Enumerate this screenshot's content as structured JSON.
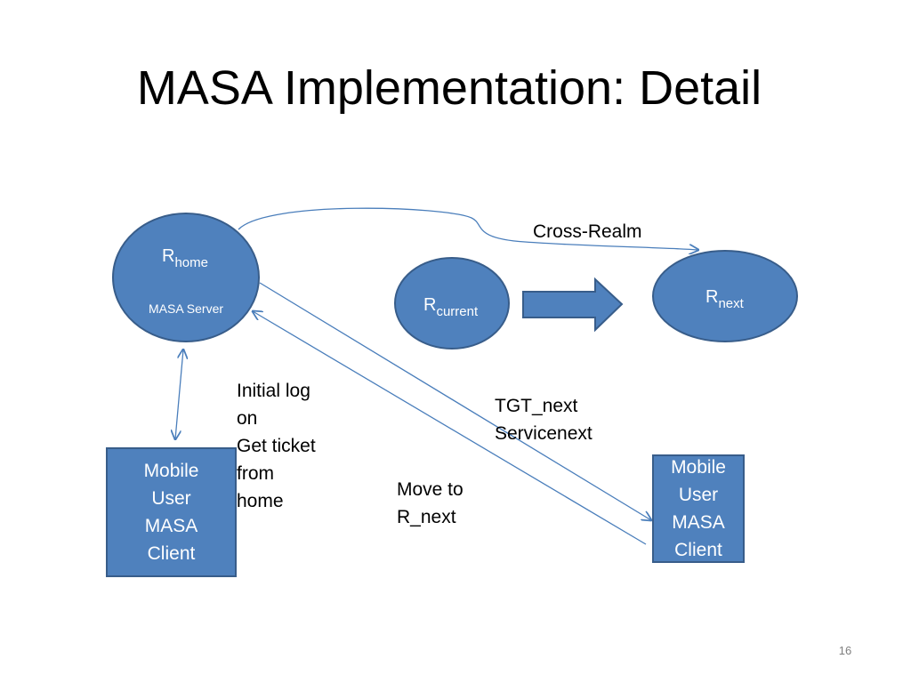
{
  "slide": {
    "title": "MASA Implementation: Detail",
    "page_number": "16"
  },
  "colors": {
    "node_fill": "#4f81bd",
    "node_border": "#385d8a",
    "arrow": "#4a7ebb"
  },
  "nodes": {
    "rhome": {
      "main": "R",
      "sub": "home",
      "caption": "MASA Server"
    },
    "rcurrent": {
      "main": "R",
      "sub": "current"
    },
    "rnext": {
      "main": "R",
      "sub": "next"
    }
  },
  "clients": {
    "left": [
      "Mobile",
      "User",
      "MASA",
      "Client"
    ],
    "right": [
      "Mobile",
      "User",
      "MASA",
      "Client"
    ]
  },
  "labels": {
    "cross_realm": "Cross-Realm",
    "initial_logon": [
      "Initial log",
      "on",
      "Get ticket",
      "from",
      "home"
    ],
    "tgt": [
      "TGT_next",
      "Servicenext"
    ],
    "move_to": [
      "Move to",
      "R_next"
    ]
  }
}
